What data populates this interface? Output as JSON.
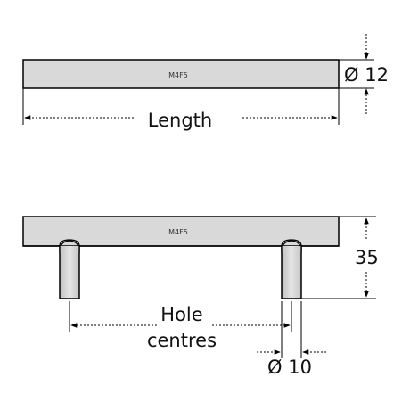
{
  "top_view": {
    "code": "M4F5",
    "diameter_label": "Ø 12",
    "length_label": "Length"
  },
  "side_view": {
    "code": "M4F5",
    "height_label": "35",
    "hole_label_line1": "Hole",
    "hole_label_line2": "centres",
    "leg_diameter_label": "Ø 10"
  },
  "colors": {
    "bar_fill": "#d9d9d9",
    "line": "#000000"
  }
}
